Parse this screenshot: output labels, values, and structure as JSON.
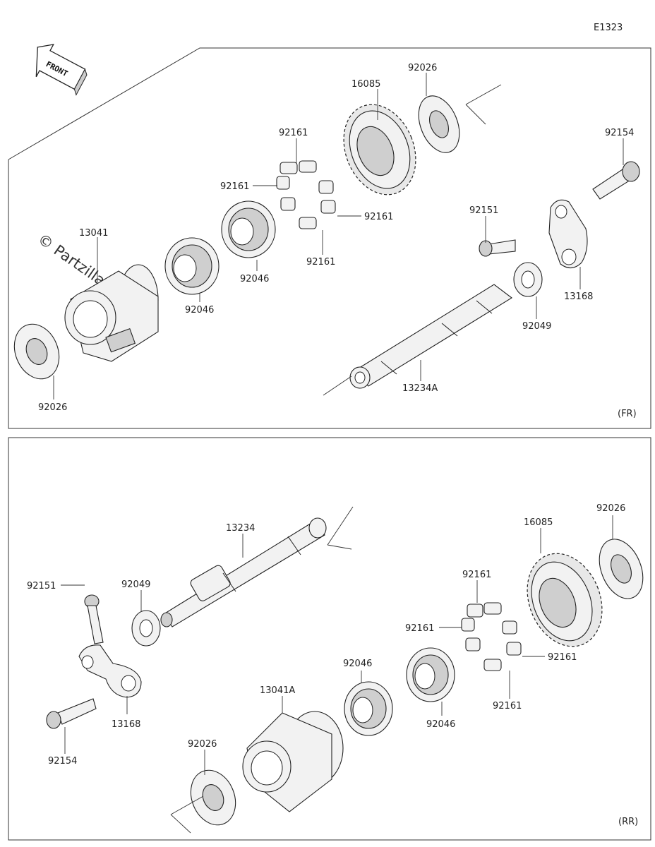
{
  "diagram_code": "E1323",
  "front_label": "FRONT",
  "watermark": "© Partzilla.com",
  "panels": {
    "fr": {
      "tag": "(FR)",
      "labels": {
        "gear": "16085",
        "washer_top": "92026",
        "bolt_top": "92154",
        "rubber_1": "92161",
        "rubber_2": "92161",
        "rubber_3": "92161",
        "rubber_4": "92161",
        "bolt_small": "92151",
        "bearing_1": "92046",
        "bearing_2": "92046",
        "sprocket": "13041",
        "lever": "13168",
        "seal": "92049",
        "shaft": "13234A",
        "washer_bottom": "92026"
      }
    },
    "rr": {
      "tag": "(RR)",
      "labels": {
        "shaft": "13234",
        "gear": "16085",
        "washer_top": "92026",
        "bolt_small": "92151",
        "seal": "92049",
        "rubber_1": "92161",
        "rubber_2": "92161",
        "rubber_3": "92161",
        "rubber_4": "92161",
        "bearing_1": "92046",
        "bearing_2": "92046",
        "sprocket": "13041A",
        "lever": "13168",
        "bolt_top": "92154",
        "washer_bottom": "92026"
      }
    }
  }
}
